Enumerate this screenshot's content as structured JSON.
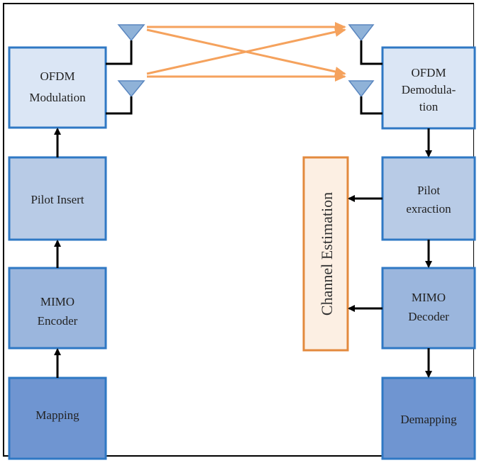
{
  "tx_blocks": [
    {
      "id": "ofdm-modulation",
      "lines": [
        "OFDM",
        "Modulation"
      ],
      "fill": "#dbe6f5"
    },
    {
      "id": "pilot-insert",
      "lines": [
        "Pilot Insert"
      ],
      "fill": "#b8cbe6"
    },
    {
      "id": "mimo-encoder",
      "lines": [
        "MIMO",
        "Encoder"
      ],
      "fill": "#9bb6dd"
    },
    {
      "id": "mapping",
      "lines": [
        "Mapping"
      ],
      "fill": "#6f95d1"
    }
  ],
  "rx_blocks": [
    {
      "id": "ofdm-demodulation",
      "lines": [
        "OFDM",
        "Demodula-",
        "tion"
      ],
      "fill": "#dbe6f5"
    },
    {
      "id": "pilot-extraction",
      "lines": [
        "Pilot",
        "exraction"
      ],
      "fill": "#b8cbe6"
    },
    {
      "id": "mimo-decoder",
      "lines": [
        "MIMO",
        "Decoder"
      ],
      "fill": "#9bb6dd"
    },
    {
      "id": "demapping",
      "lines": [
        "Demapping"
      ],
      "fill": "#6f95d1"
    }
  ],
  "channel_estimation": {
    "label": "Channel Estimation",
    "fill": "#fcefe3",
    "border": "#e38a3e"
  },
  "colors": {
    "block_border": "#2f78c4",
    "antenna": "#8fb2d8",
    "link_arrow": "#f5a25d",
    "arrow": "#000000"
  }
}
